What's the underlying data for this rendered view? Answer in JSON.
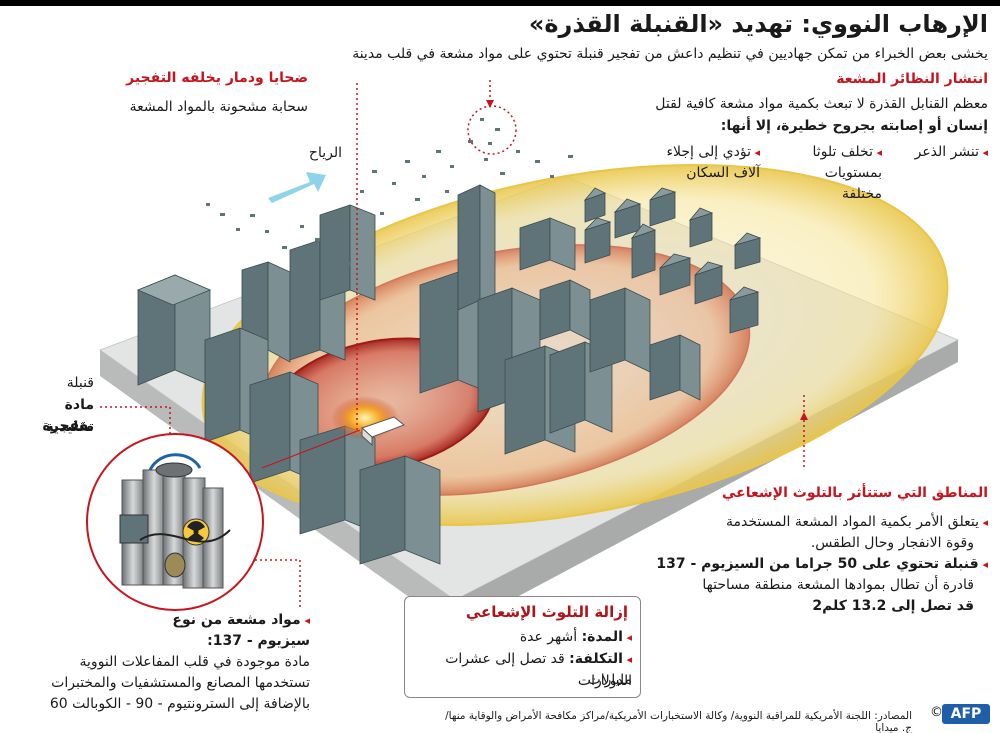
{
  "title": "الإرهاب النووي: تهديد «القنبلة القذرة»",
  "subtitle": "يخشى بعض الخبراء من تمكن جهاديين في تنظيم داعش من تفجير قنبلة تحتوي على مواد مشعة في قلب مدينة",
  "spread": {
    "heading": "انتشار النظائر المشعة",
    "intro_line1": "معظم القنابل القذرة لا تبعث بكمية مواد مشعة كافية لقتل",
    "intro_line2": "إنسان أو إصابته بجروح خطيرة، إلا أنها:",
    "effects": [
      {
        "text": "تنشر الذعر"
      },
      {
        "text": "تخلف تلوثا بمستويات مختلفة"
      },
      {
        "text": "تؤدي إلى إجلاء آلاف السكان"
      }
    ]
  },
  "victims": {
    "heading": "ضحايا ودمار يخلفه التفجير",
    "desc": "سحابة مشحونة بالمواد المشعة"
  },
  "wind_label": "الرياح",
  "bomb": {
    "line1": "قنبلة",
    "line2": "مادة متفجرة",
    "line3": "تقليدية"
  },
  "affected": {
    "heading": "المناطق التي ستتأثر بالتلوث الإشعاعي",
    "item1_line1": "يتعلق الأمر بكمية المواد المشعة المستخدمة",
    "item1_line2": "وقوة الانفجار وحال الطقس.",
    "item2_line1": "قنبلة تحتوي على 50 جراما من السيزيوم - 137",
    "item2_line2": "قادرة أن تطال بموادها المشعة منطقة مساحتها",
    "item2_line3": "قد تصل إلى 13.2 كلم2"
  },
  "material": {
    "heading": "مواد مشعة من نوع",
    "heading2": "سيزيوم - 137:",
    "line1": "مادة موجودة في قلب المفاعلات النووية",
    "line2": "تستخدمها المصانع والمستشفيات والمختبرات",
    "line3": "بالإضافة إلى السترونتيوم - 90 - الكوبالت 60"
  },
  "removal": {
    "heading": "إزالة التلوث الإشعاعي",
    "duration_label": "المدة:",
    "duration_value": "أشهر عدة",
    "cost_label": "التكلفة:",
    "cost_value": "قد تصل إلى عشرات مليارات",
    "cost_value2": "الدولارات"
  },
  "source": "المصادر: اللجنة الأمريكية للمراقبة النووية/ وكالة الاستخبارات الأمريكية/مراكز مكافحة الأمراض والوقاية منها/ج. ميدايا",
  "copyright": "©",
  "brand": "AFP",
  "colors": {
    "accent_red": "#c8141e",
    "building_teal": "#5f7478",
    "zone_yellow": "#f4e39a",
    "zone_red": "#c0392b",
    "wind_arrow": "#8fd3ea"
  }
}
